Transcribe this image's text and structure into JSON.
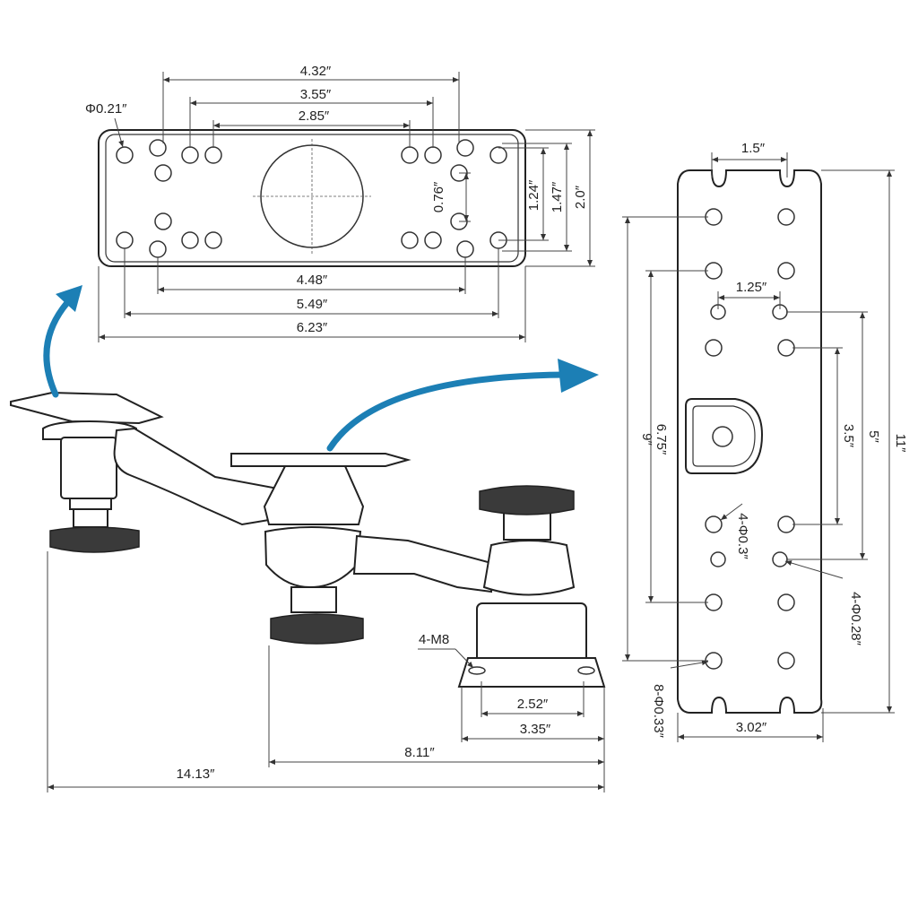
{
  "top_plate": {
    "hole_dia": "Φ0.21″",
    "w_outer": "4.32″",
    "w_mid": "3.55″",
    "w_inner": "2.85″",
    "h_inner": "0.76″",
    "h_mid": "1.24″",
    "h_outer": "1.47″",
    "h_total": "2.0″",
    "b_inner": "4.48″",
    "b_mid": "5.49″",
    "b_total": "6.23″"
  },
  "long_plate": {
    "slot_w": "1.5″",
    "w_holes": "1.25″",
    "h_9": "9″",
    "h_675": "6.75″",
    "h_35": "3.5″",
    "h_5": "5″",
    "h_11": "11″",
    "holes_03": "4-Φ0.3″",
    "holes_028": "4-Φ0.28″",
    "holes_033": "8-Φ0.33″",
    "w_total": "3.02″"
  },
  "mount": {
    "bolts": "4-M8",
    "base_inner": "2.52″",
    "base_outer": "3.35″",
    "reach": "8.11″",
    "total_length": "14.13″"
  },
  "colors": {
    "arrow": "#1c7fb5",
    "line": "#222222"
  }
}
